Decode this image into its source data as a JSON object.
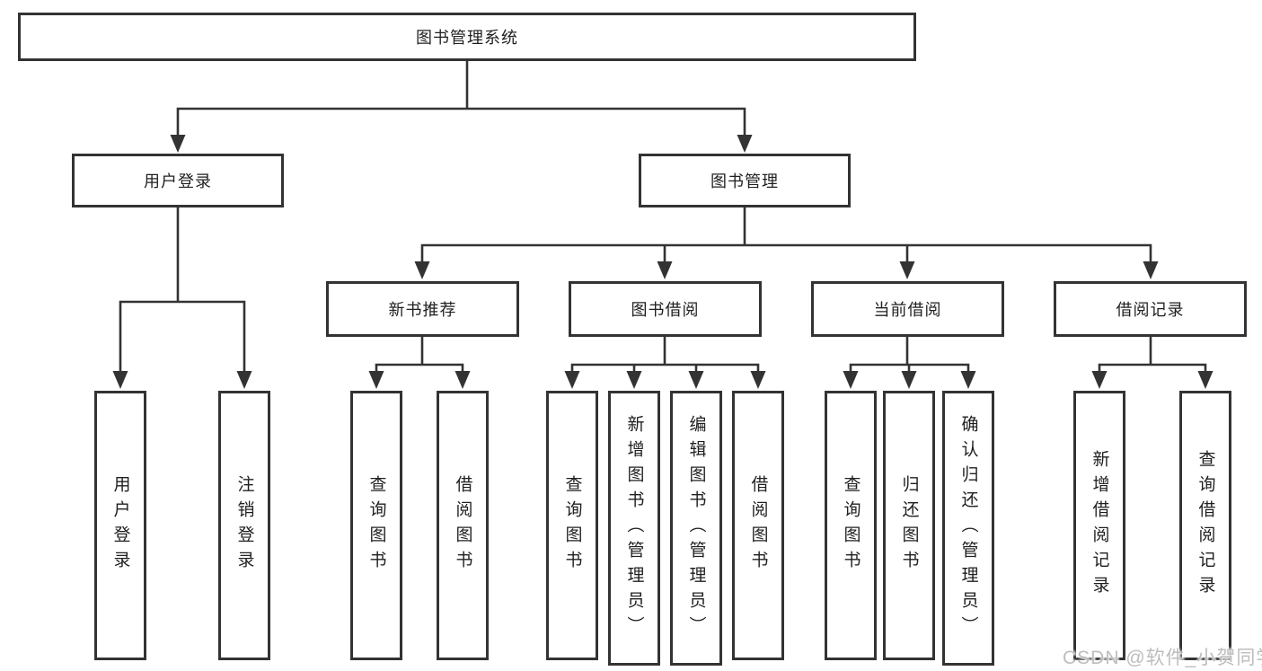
{
  "title": "图书管理系统",
  "tree": {
    "label": "图书管理系统",
    "children": [
      {
        "label": "用户登录",
        "children": [
          {
            "label": "用户登录"
          },
          {
            "label": "注销登录"
          }
        ]
      },
      {
        "label": "图书管理",
        "children": [
          {
            "label": "新书推荐",
            "children": [
              {
                "label": "查询图书"
              },
              {
                "label": "借阅图书"
              }
            ]
          },
          {
            "label": "图书借阅",
            "children": [
              {
                "label": "查询图书"
              },
              {
                "label": "新增图书（管理员）"
              },
              {
                "label": "编辑图书（管理员）"
              },
              {
                "label": "借阅图书"
              }
            ]
          },
          {
            "label": "当前借阅",
            "children": [
              {
                "label": "查询图书"
              },
              {
                "label": "归还图书"
              },
              {
                "label": "确认归还（管理员）"
              }
            ]
          },
          {
            "label": "借阅记录",
            "children": [
              {
                "label": "新增借阅记录"
              },
              {
                "label": "查询借阅记录"
              }
            ]
          }
        ]
      }
    ]
  },
  "watermark": {
    "text": "CSDN @软件_小贺同学",
    "color": "#bdbdbd"
  },
  "colors": {
    "line": "#333333",
    "box_border": "#333333",
    "box_background": "#ffffff",
    "page_background": "#ffffff",
    "text": "#1f1f1f"
  }
}
